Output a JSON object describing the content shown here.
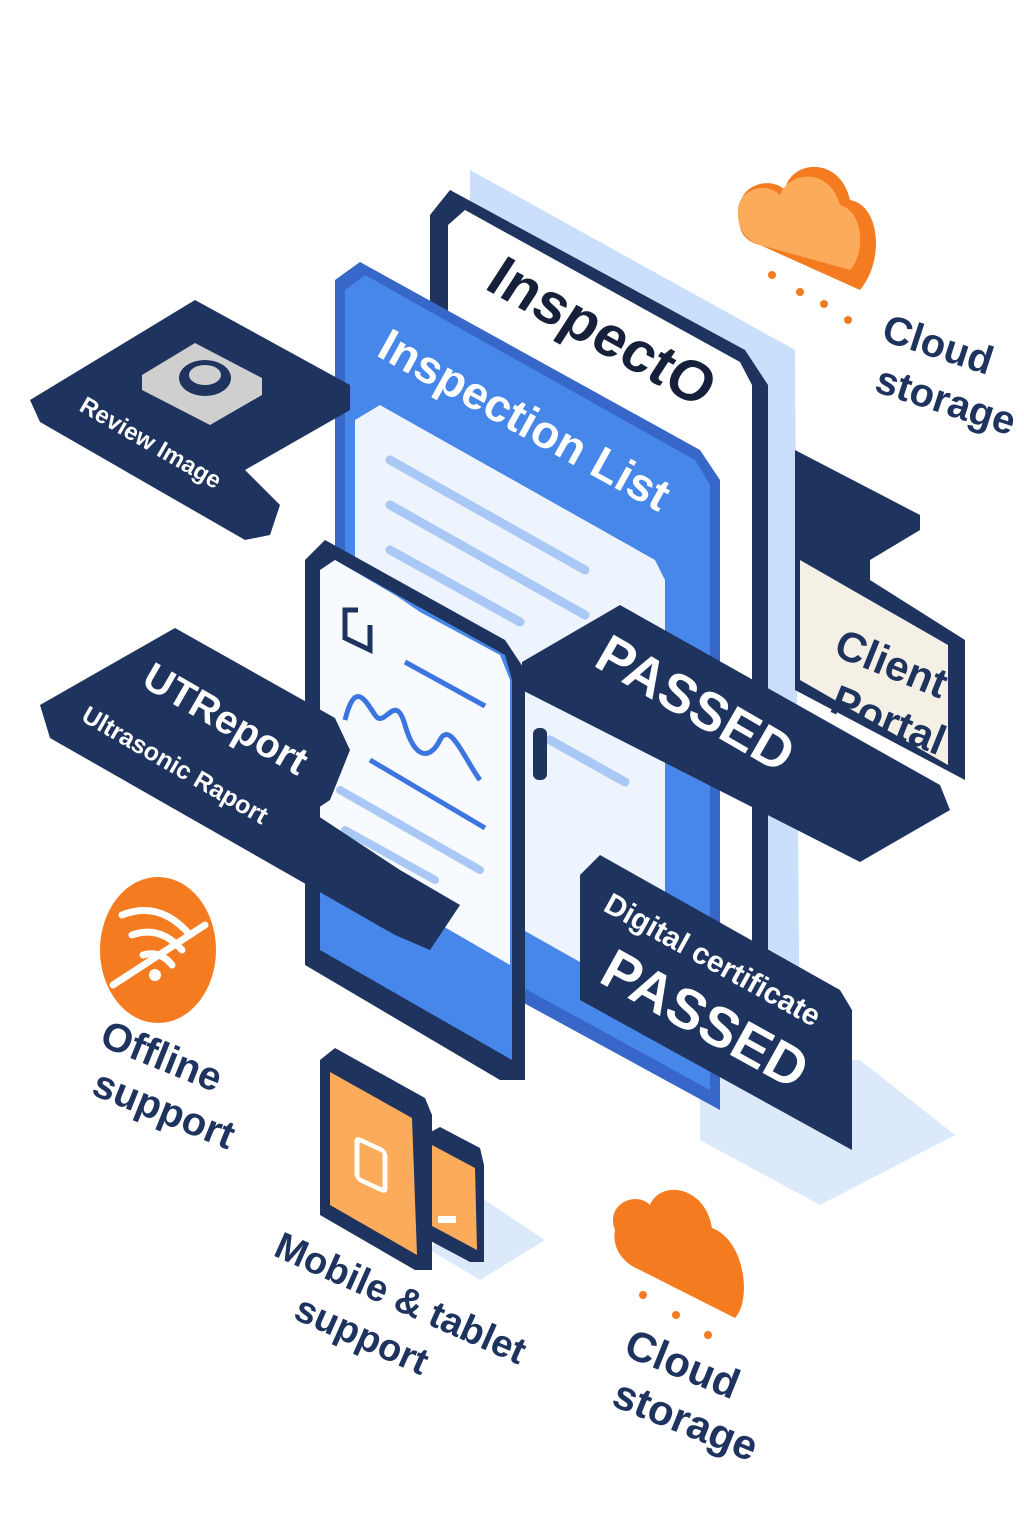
{
  "app": {
    "name": "InspectO",
    "screen_title": "Inspection List"
  },
  "labels": {
    "review_image": "Review Image",
    "ut_report_title": "UTReport",
    "ut_report_subtitle": "Ultrasonic Raport",
    "passed": "PASSED",
    "client_portal_line1": "Client",
    "client_portal_line2": "Portal",
    "certificate_title": "Digital certificate",
    "certificate_status": "PASSED"
  },
  "features": {
    "cloud_top_line1": "Cloud",
    "cloud_top_line2": "storage",
    "offline_line1": "Offline",
    "offline_line2": "support",
    "mobile_line1": "Mobile & tablet",
    "mobile_line2": "support",
    "cloud_bottom_line1": "Cloud",
    "cloud_bottom_line2": "storage"
  },
  "icons": [
    "camera-icon",
    "cloud-icon",
    "wifi-off-icon",
    "devices-icon",
    "waveform-icon"
  ],
  "colors": {
    "navy": "#1f335f",
    "blue": "#4787ea",
    "light_blue": "#c9dffb",
    "orange": "#f47b20",
    "light_orange": "#fbab5a",
    "beige": "#f4f0e6"
  }
}
